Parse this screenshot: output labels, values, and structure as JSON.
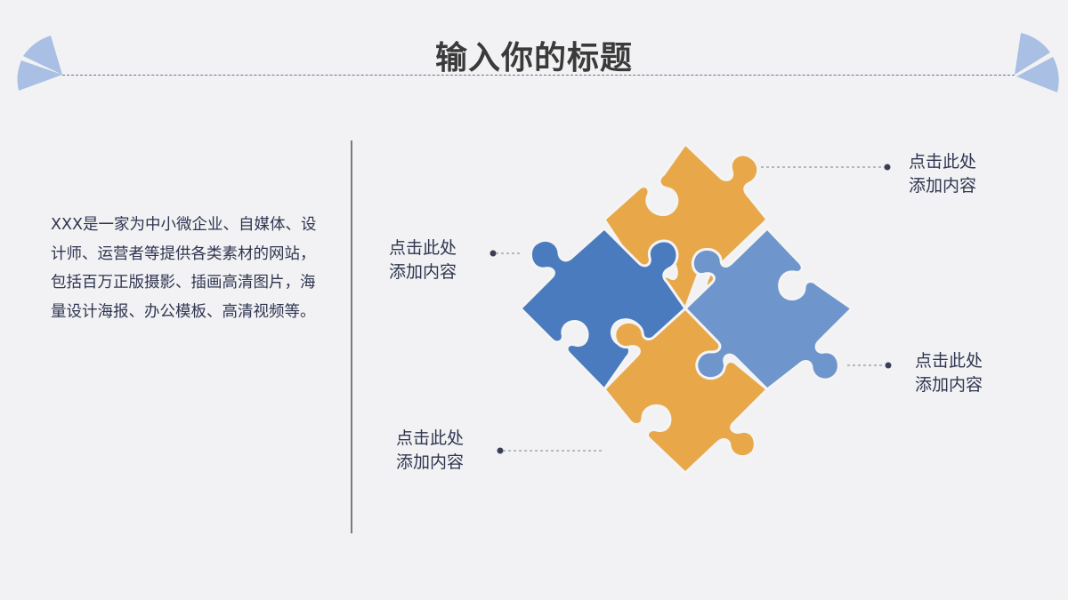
{
  "slide": {
    "title": "输入你的标题",
    "body_text": "XXX是一家为中小微企业、自媒体、设计师、运营者等提供各类素材的网站，包括百万正版摄影、插画高清图片，海量设计海报、办公模板、高清视频等。"
  },
  "colors": {
    "background": "#f2f2f4",
    "orange": "#e8a84a",
    "blue_dark": "#4a7bbf",
    "blue_light": "#6f96cc",
    "corner_accent": "#a9bfe3",
    "text": "#2f3550"
  },
  "labels": [
    {
      "position": "top-right",
      "line1": "点击此处",
      "line2": "添加内容"
    },
    {
      "position": "left",
      "line1": "点击此处",
      "line2": "添加内容"
    },
    {
      "position": "right",
      "line1": "点击此处",
      "line2": "添加内容"
    },
    {
      "position": "bottom-left",
      "line1": "点击此处",
      "line2": "添加内容"
    }
  ],
  "puzzle_pieces": [
    {
      "name": "top",
      "color": "orange"
    },
    {
      "name": "left",
      "color": "blue_dark"
    },
    {
      "name": "right",
      "color": "blue_light"
    },
    {
      "name": "bottom",
      "color": "orange"
    }
  ]
}
